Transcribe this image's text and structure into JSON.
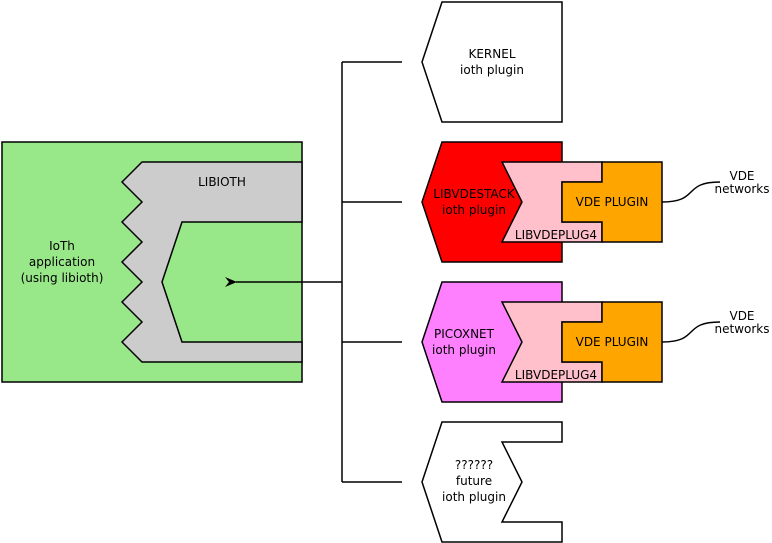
{
  "app": {
    "line1": "IoTh",
    "line2": "application",
    "line3": "(using libioth)",
    "color": "#98e88a"
  },
  "libioth": {
    "label": "LIBIOTH",
    "color": "#cccccc"
  },
  "plugins": {
    "kernel": {
      "line1": "KERNEL",
      "line2": "ioth plugin",
      "color": "#ffffff"
    },
    "vdestack": {
      "line1": "LIBVDESTACK",
      "line2": "ioth plugin",
      "color": "#ff0000"
    },
    "picoxnet": {
      "line1": "PICOXNET",
      "line2": "ioth plugin",
      "color": "#ff80ff"
    },
    "future": {
      "line1": "??????",
      "line2": "future",
      "line3": "ioth plugin",
      "color": "#ffffff"
    }
  },
  "vdeplug4": {
    "label1": "LIBVDEPLUG4",
    "label2": "LIBVDEPLUG4",
    "color": "#ffc0cb"
  },
  "vde_plugin": {
    "label1": "VDE PLUGIN",
    "label2": "VDE PLUGIN",
    "color": "#ffa500"
  },
  "networks": {
    "top": {
      "line1": "VDE",
      "line2": "networks"
    },
    "bottom": {
      "line1": "VDE",
      "line2": "networks"
    }
  }
}
